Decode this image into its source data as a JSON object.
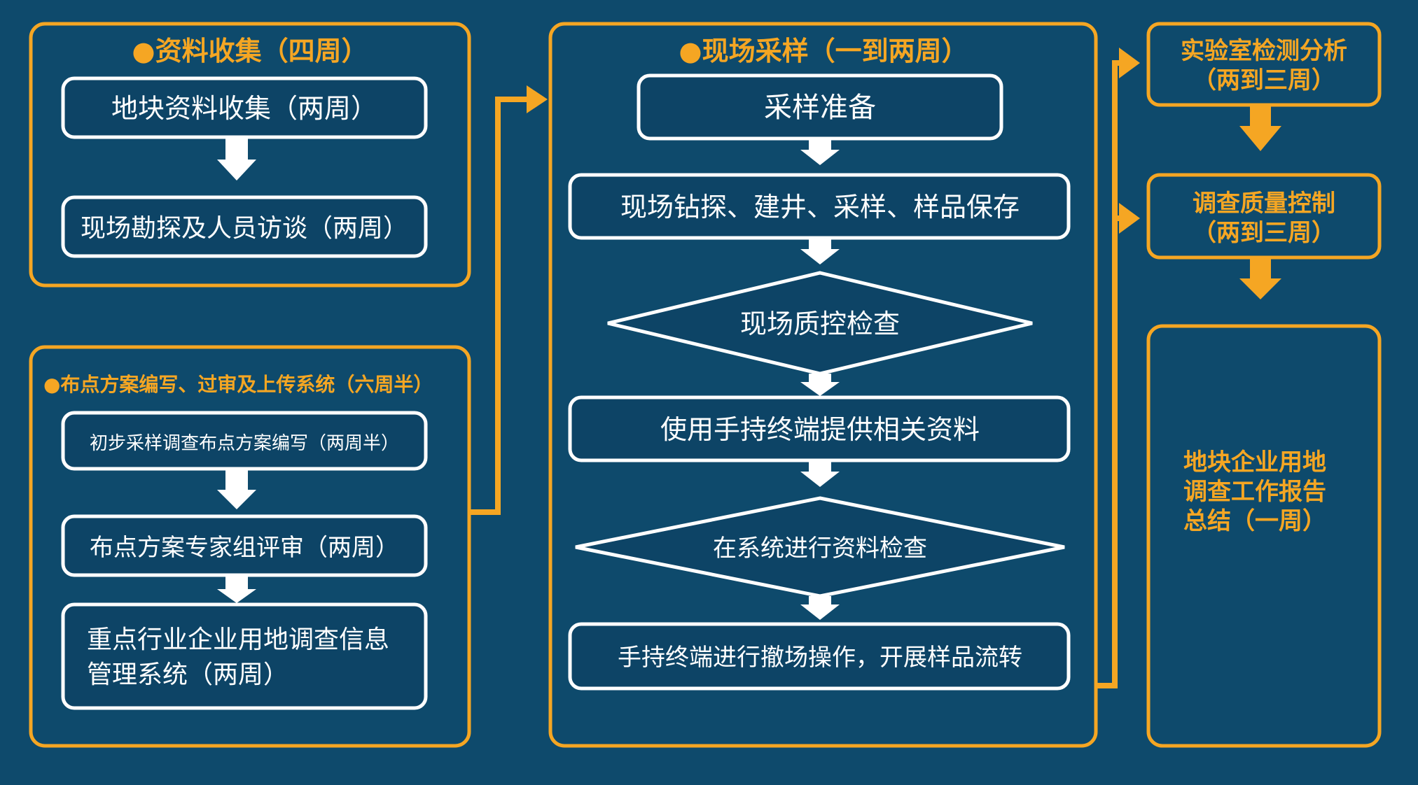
{
  "colors": {
    "background": "#0E4A6C",
    "accent_orange": "#F5A623",
    "step_fill": "#0D4466",
    "step_border": "#FFFFFF",
    "text_white": "#FFFFFF"
  },
  "sections": {
    "data_collection": {
      "title": "●资料收集（四周）",
      "steps": [
        "地块资料收集（两周）",
        "现场勘探及人员访谈（两周）"
      ]
    },
    "sampling_plan": {
      "title": "●布点方案编写、过审及上传系统（六周半）",
      "steps": [
        "初步采样调查布点方案编写（两周半）",
        "布点方案专家组评审（两周）"
      ],
      "system_step_lines": [
        "重点行业企业用地调查信息",
        "管理系统（两周）"
      ]
    },
    "field_sampling": {
      "title": "●现场采样（一到两周）",
      "steps": [
        "采样准备",
        "现场钻探、建井、采样、样品保存",
        "现场质控检查",
        "使用手持终端提供相关资料",
        "在系统进行资料检查",
        "手持终端进行撤场操作，开展样品流转"
      ]
    },
    "lab_analysis": {
      "lines": [
        "实验室检测分析",
        "（两到三周）"
      ]
    },
    "quality_control": {
      "lines": [
        "调查质量控制",
        "（两到三周）"
      ]
    },
    "final_report": {
      "lines": [
        "地块企业用地",
        "调查工作报告",
        "总结（一周）"
      ]
    }
  }
}
